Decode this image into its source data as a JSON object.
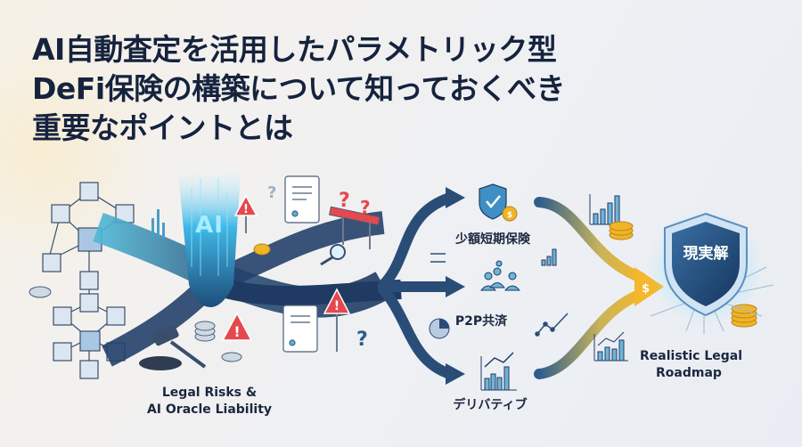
{
  "title": {
    "lines": [
      "AI自動査定を活用したパラメトリック型",
      "DeFi保険の構築について知っておくべき",
      "重要なポイントとは"
    ]
  },
  "diagram": {
    "left_section": {
      "center_badge": "AI",
      "caption_line1": "Legal Risks &",
      "caption_line2": "AI Oracle Liability",
      "icons": [
        "blockchain-cubes-icon",
        "gavel-icon",
        "coin-stack-icon",
        "warning-sign-icon",
        "contract-scroll-icon",
        "magnifier-icon",
        "barrier-icon",
        "question-mark-icon"
      ]
    },
    "middle_section": {
      "options": [
        {
          "label": "少額短期保険",
          "icon": "shield-check-coin-icon"
        },
        {
          "label": "P2P共済",
          "icon": "people-group-icon"
        },
        {
          "label": "デリバティブ",
          "icon": "bar-chart-trend-icon"
        }
      ]
    },
    "right_section": {
      "shield_label": "現実解",
      "caption_line1": "Realistic Legal",
      "caption_line2": "Roadmap",
      "arrow_symbol": "$"
    },
    "colors": {
      "path_dark": "#1f3b63",
      "path_mid": "#2e5d8c",
      "ai_glow": "#3fc3ee",
      "gold": "#f0b429",
      "warning_red": "#e5484d",
      "title_text": "#15233e"
    }
  }
}
